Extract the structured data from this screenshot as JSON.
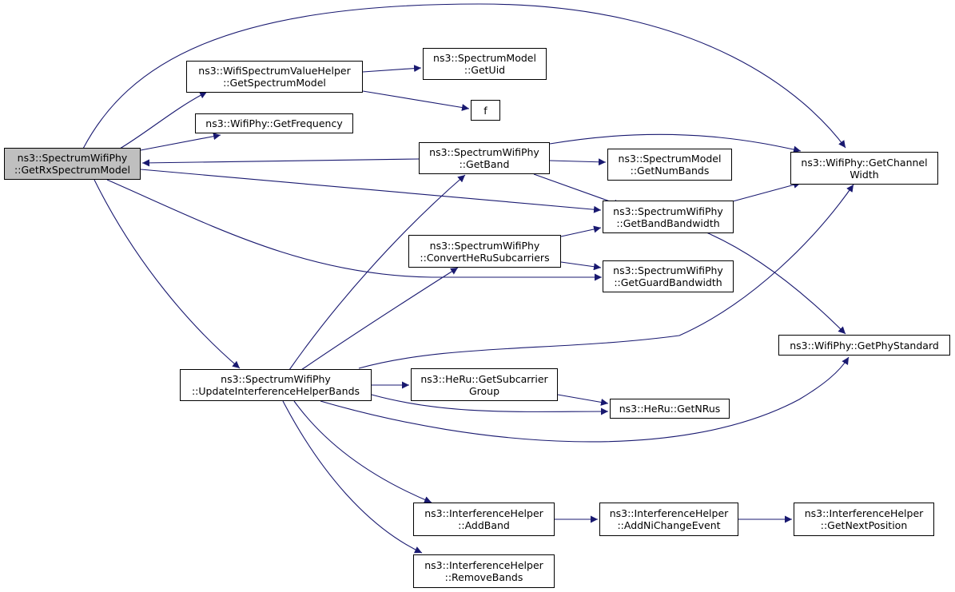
{
  "colors": {
    "edge": "#191970",
    "root_fill": "#bfbfbf",
    "node_fill": "#ffffff",
    "border": "#000000"
  },
  "nodes": {
    "root": {
      "line1": "ns3::SpectrumWifiPhy",
      "line2": "::GetRxSpectrumModel"
    },
    "wsvh": {
      "line1": "ns3::WifiSpectrumValueHelper",
      "line2": "::GetSpectrumModel"
    },
    "getfreq": {
      "line1": "ns3::WifiPhy::GetFrequency"
    },
    "smuid": {
      "line1": "ns3::SpectrumModel",
      "line2": "::GetUid"
    },
    "f": {
      "line1": "f"
    },
    "getband": {
      "line1": "ns3::SpectrumWifiPhy",
      "line2": "::GetBand"
    },
    "numbands": {
      "line1": "ns3::SpectrumModel",
      "line2": "::GetNumBands"
    },
    "chwidth": {
      "line1": "ns3::WifiPhy::GetChannel",
      "line2": "Width"
    },
    "bandbw": {
      "line1": "ns3::SpectrumWifiPhy",
      "line2": "::GetBandBandwidth"
    },
    "convert": {
      "line1": "ns3::SpectrumWifiPhy",
      "line2": "::ConvertHeRuSubcarriers"
    },
    "guardbw": {
      "line1": "ns3::SpectrumWifiPhy",
      "line2": "::GetGuardBandwidth"
    },
    "phystd": {
      "line1": "ns3::WifiPhy::GetPhyStandard"
    },
    "update": {
      "line1": "ns3::SpectrumWifiPhy",
      "line2": "::UpdateInterferenceHelperBands"
    },
    "subgroup": {
      "line1": "ns3::HeRu::GetSubcarrier",
      "line2": "Group"
    },
    "nrus": {
      "line1": "ns3::HeRu::GetNRus"
    },
    "addband": {
      "line1": "ns3::InterferenceHelper",
      "line2": "::AddBand"
    },
    "addni": {
      "line1": "ns3::InterferenceHelper",
      "line2": "::AddNiChangeEvent"
    },
    "nextpos": {
      "line1": "ns3::InterferenceHelper",
      "line2": "::GetNextPosition"
    },
    "remove": {
      "line1": "ns3::InterferenceHelper",
      "line2": "::RemoveBands"
    }
  }
}
